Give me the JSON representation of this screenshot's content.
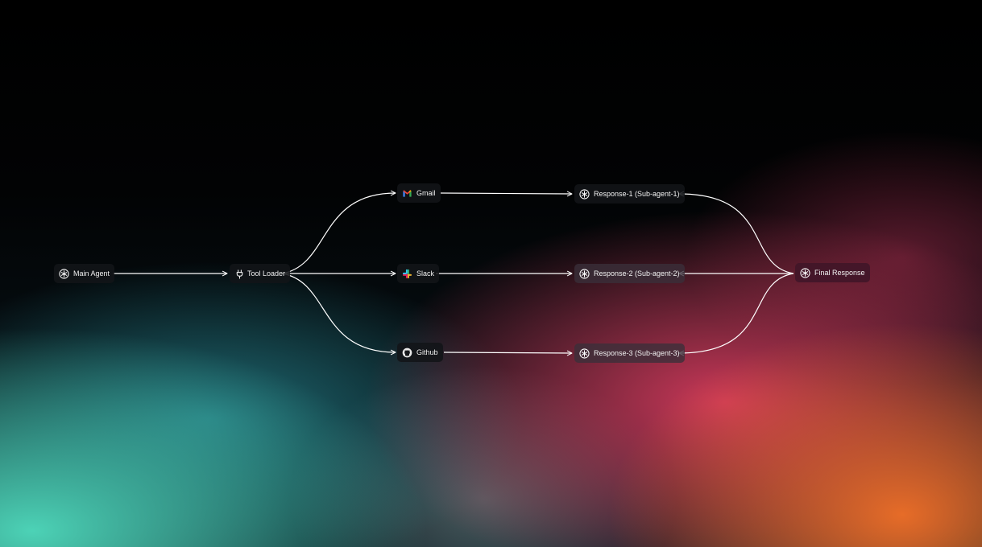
{
  "nodes": {
    "main_agent": {
      "label": "Main Agent",
      "icon": "agent-icon"
    },
    "tool_loader": {
      "label": "Tool Loader",
      "icon": "plug-icon"
    },
    "gmail": {
      "label": "Gmail",
      "icon": "gmail-icon"
    },
    "slack": {
      "label": "Slack",
      "icon": "slack-icon"
    },
    "github": {
      "label": "Github",
      "icon": "github-icon"
    },
    "response_1": {
      "label": "Response-1 (Sub-agent-1)",
      "icon": "agent-icon"
    },
    "response_2": {
      "label": "Response-2 (Sub-agent-2)",
      "icon": "agent-icon"
    },
    "response_3": {
      "label": "Response-3 (Sub-agent-3)",
      "icon": "agent-icon"
    },
    "final_response": {
      "label": "Final Response",
      "icon": "agent-icon"
    }
  },
  "edges": [
    {
      "from": "main_agent",
      "to": "tool_loader"
    },
    {
      "from": "tool_loader",
      "to": "gmail"
    },
    {
      "from": "tool_loader",
      "to": "slack"
    },
    {
      "from": "tool_loader",
      "to": "github"
    },
    {
      "from": "gmail",
      "to": "response_1"
    },
    {
      "from": "slack",
      "to": "response_2"
    },
    {
      "from": "github",
      "to": "response_3"
    },
    {
      "from": "final_response",
      "to": "response_1"
    },
    {
      "from": "final_response",
      "to": "response_2"
    },
    {
      "from": "final_response",
      "to": "response_3"
    }
  ],
  "colors": {
    "edge": "#ffffff",
    "gmail_red": "#EA4335",
    "gmail_blue": "#4285F4",
    "gmail_green": "#34A853",
    "gmail_yellow": "#FBBC05",
    "slack_red": "#E01E5A",
    "slack_blue": "#36C5F0",
    "slack_green": "#2EB67D",
    "slack_yellow": "#ECB22E"
  }
}
